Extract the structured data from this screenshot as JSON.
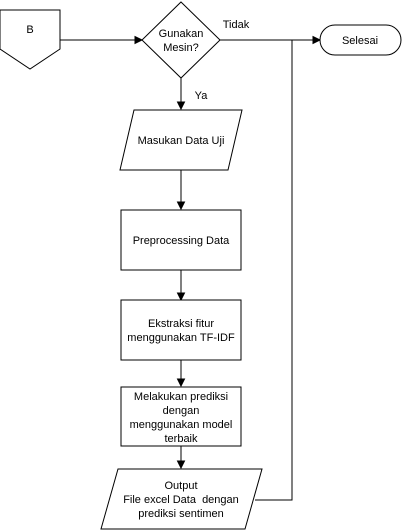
{
  "nodes": {
    "connector": "B",
    "decision": [
      "Gunakan",
      "Mesin?"
    ],
    "end": "Selesai",
    "input": "Masukan Data Uji",
    "preprocess": "Preprocessing Data",
    "extract": [
      "Ekstraksi fitur",
      "menggunakan TF-IDF"
    ],
    "predict": [
      "Melakukan prediksi",
      "dengan",
      "menggunakan model",
      "terbaik"
    ],
    "output": [
      "Output",
      "File excel Data  dengan",
      "prediksi sentimen"
    ]
  },
  "edges": {
    "no_label": "Tidak",
    "yes_label": "Ya"
  }
}
